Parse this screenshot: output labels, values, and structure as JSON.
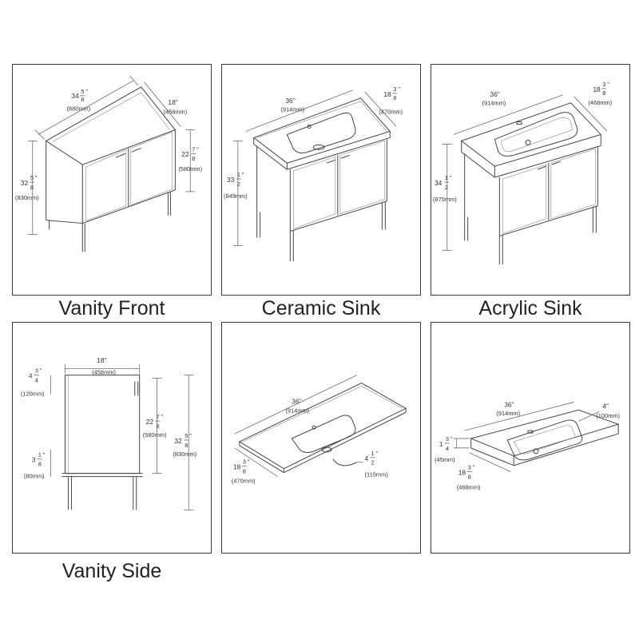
{
  "captions": {
    "vanity_front": "Vanity Front",
    "ceramic_sink": "Ceramic Sink",
    "acrylic_sink": "Acrylic Sink",
    "vanity_side": "Vanity Side"
  },
  "vanity_front": {
    "width": {
      "whole": "34",
      "num": "5",
      "den": "8",
      "unit": "\"",
      "mm": "(880mm)"
    },
    "depth": {
      "text": "18\"",
      "mm": "(458mm)"
    },
    "cabinet_height": {
      "whole": "22",
      "num": "7",
      "den": "8",
      "unit": "\"",
      "mm": "(580mm)"
    },
    "total_height": {
      "whole": "32",
      "num": "5",
      "den": "8",
      "unit": "\"",
      "mm": "(830mm)"
    }
  },
  "ceramic_sink": {
    "width": {
      "text": "36\"",
      "mm": "(914mm)"
    },
    "depth": {
      "whole": "18",
      "num": "3",
      "den": "8",
      "unit": "\"",
      "mm": "(470mm)"
    },
    "height": {
      "whole": "33",
      "num": "1",
      "den": "2",
      "unit": "\"",
      "mm": "(849mm)"
    }
  },
  "acrylic_sink": {
    "width": {
      "text": "36\"",
      "mm": "(914mm)"
    },
    "depth": {
      "whole": "18",
      "num": "3",
      "den": "8",
      "unit": "\"",
      "mm": "(468mm)"
    },
    "height": {
      "whole": "34",
      "num": "1",
      "den": "2",
      "unit": "\"",
      "mm": "(875mm)"
    }
  },
  "vanity_side": {
    "depth": {
      "text": "18\"",
      "mm": "(458mm)"
    },
    "top_gap": {
      "whole": "4",
      "num": "3",
      "den": "4",
      "unit": "\"",
      "mm": "(120mm)"
    },
    "cabinet_height": {
      "whole": "22",
      "num": "7",
      "den": "8",
      "unit": "\"",
      "mm": "(580mm)"
    },
    "total_height": {
      "whole": "32",
      "num": "5",
      "den": "8",
      "unit": "\"",
      "mm": "(830mm)"
    },
    "leg_gap": {
      "whole": "3",
      "num": "1",
      "den": "8",
      "unit": "\"",
      "mm": "(80mm)"
    }
  },
  "ceramic_top": {
    "width": {
      "text": "36\"",
      "mm": "(914mm)"
    },
    "depth": {
      "whole": "18",
      "num": "3",
      "den": "8",
      "unit": "\"",
      "mm": "(470mm)"
    },
    "bowl_depth": {
      "whole": "4",
      "num": "1",
      "den": "2",
      "unit": "\"",
      "mm": "(115mm)"
    }
  },
  "acrylic_top": {
    "width": {
      "text": "36\"",
      "mm": "(914mm)"
    },
    "bowl_depth": {
      "text": "4\"",
      "mm": "(100mm)"
    },
    "thickness": {
      "whole": "1",
      "num": "3",
      "den": "4",
      "unit": "\"",
      "mm": "(45mm)"
    },
    "depth": {
      "whole": "18",
      "num": "3",
      "den": "8",
      "unit": "\"",
      "mm": "(468mm)"
    }
  }
}
